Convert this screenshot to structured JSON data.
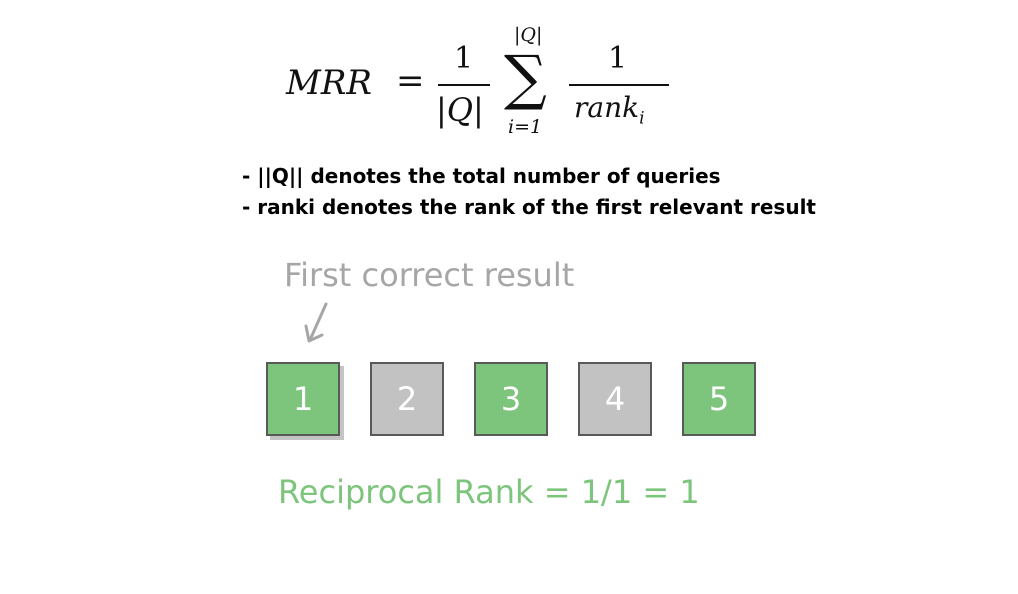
{
  "formula": {
    "lhs": "MRR",
    "equals": "=",
    "frac1_num": "1",
    "frac1_den": "|Q|",
    "sum_upper": "|Q|",
    "sum_symbol": "∑",
    "sum_lower": "i=1",
    "frac2_num": "1",
    "frac2_den": "rank",
    "frac2_den_sub": "i"
  },
  "notes": [
    "- ||Q|| denotes the total number of queries",
    "- ranki denotes the rank of the first relevant result"
  ],
  "diagram": {
    "caption": "First correct result",
    "caption_color": "#a6a6a6",
    "arrow_icon": "down-left-arrow-icon",
    "relevant_color": "#7dc47d",
    "irrelevant_color": "#c2c2c2",
    "boxes": [
      {
        "label": "1",
        "relevant": true
      },
      {
        "label": "2",
        "relevant": false
      },
      {
        "label": "3",
        "relevant": true
      },
      {
        "label": "4",
        "relevant": false
      },
      {
        "label": "5",
        "relevant": true
      }
    ],
    "result": "Reciprocal Rank = 1/1 = 1",
    "result_color": "#7dc47d"
  }
}
